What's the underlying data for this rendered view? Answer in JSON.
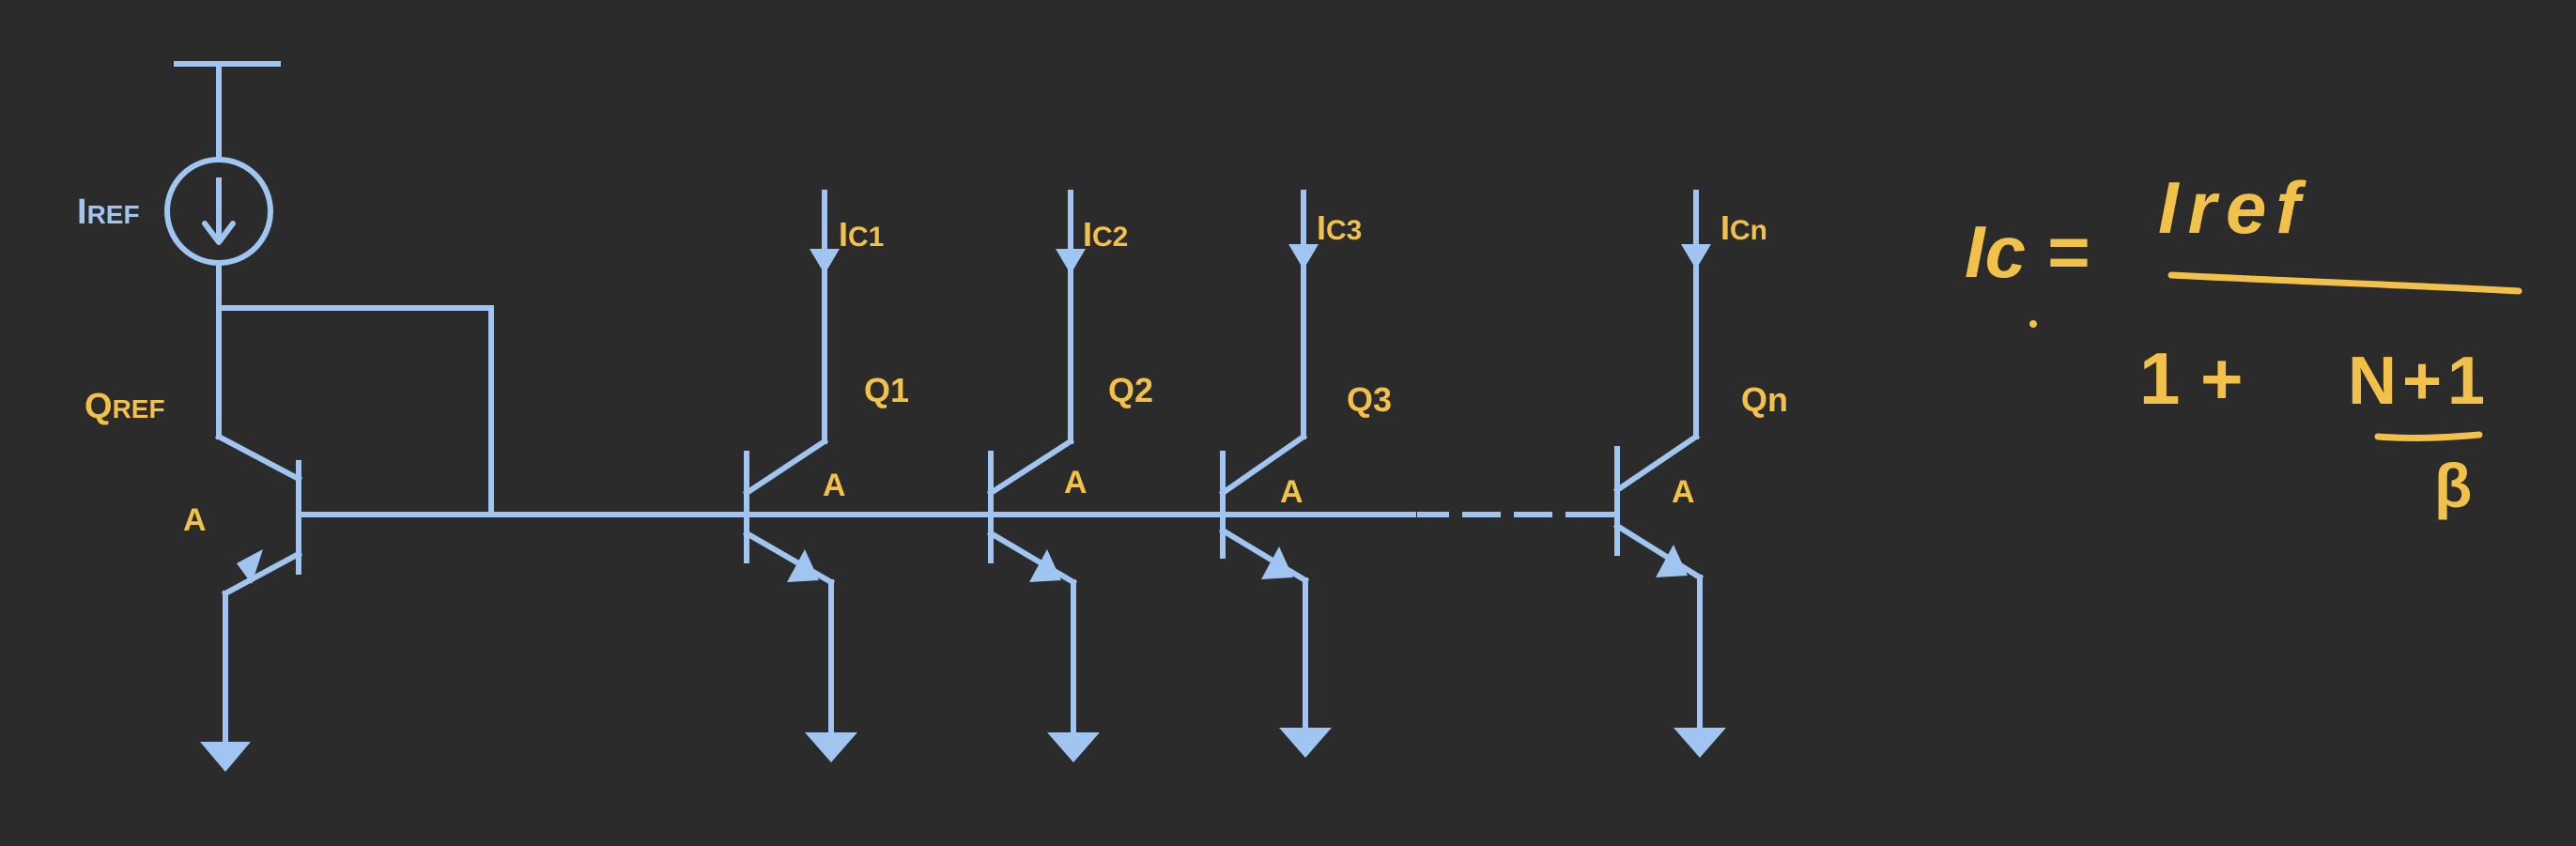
{
  "diagram": {
    "labels": {
      "iref": {
        "main": "I",
        "sub": "REF"
      },
      "qref": {
        "main": "Q",
        "sub": "REF"
      },
      "ic1": {
        "main": "I",
        "sub": "C1"
      },
      "ic2": {
        "main": "I",
        "sub": "C2"
      },
      "ic3": {
        "main": "I",
        "sub": "C3"
      },
      "icn": {
        "main": "I",
        "sub": "Cn"
      },
      "q1": "Q1",
      "q2": "Q2",
      "q3": "Q3",
      "qn": "Qn",
      "area": "A"
    },
    "formula": {
      "lhs": "Ic =",
      "numerator": "Iref",
      "denominator_one": "1 +",
      "frac_num": "N+1",
      "frac_den": "β"
    },
    "colors": {
      "background": "#2b2b2b",
      "wire": "#9fc5f0",
      "label": "#f2c14a"
    }
  }
}
